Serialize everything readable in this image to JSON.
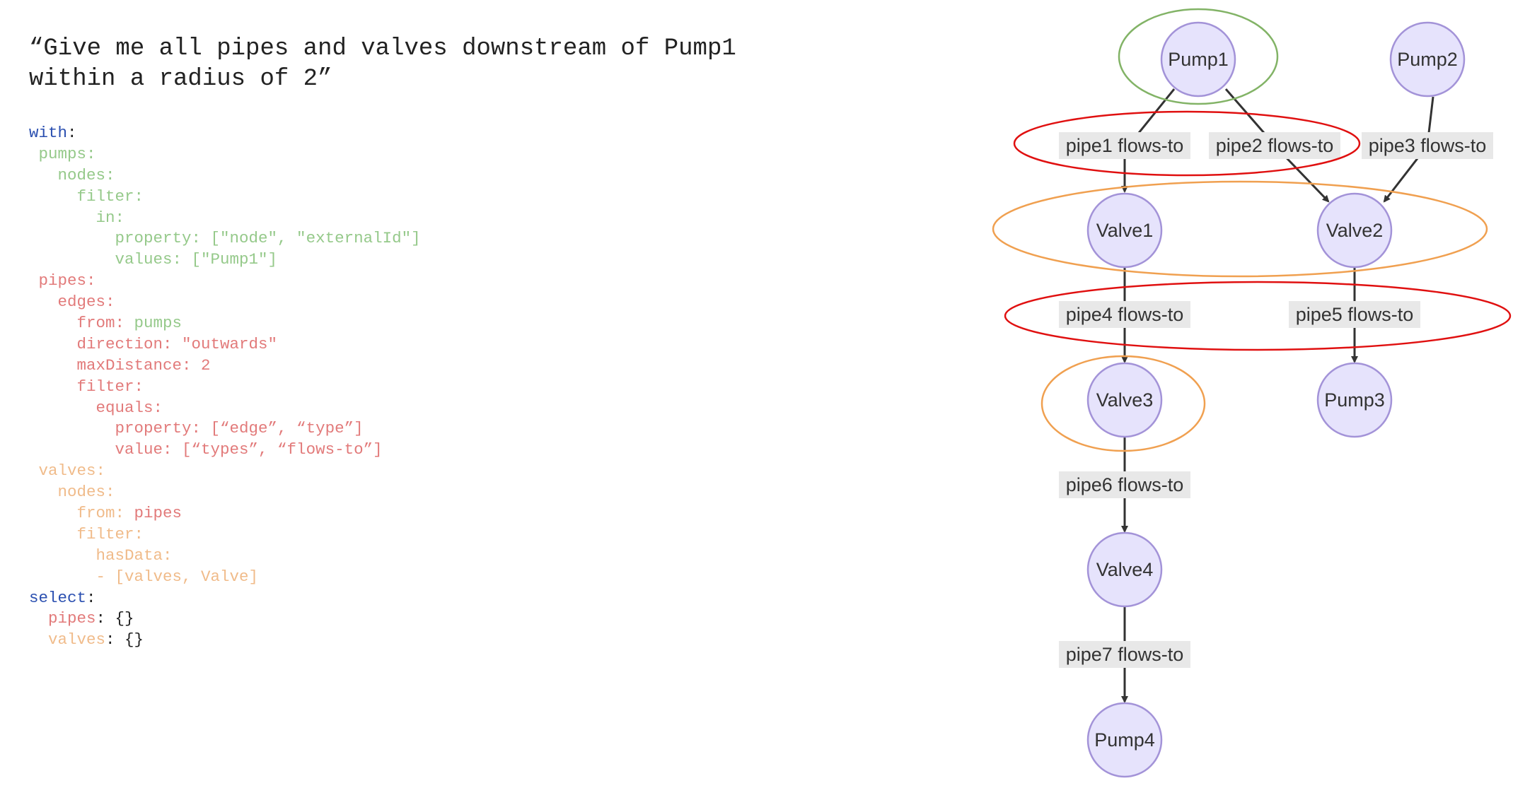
{
  "question": {
    "line1": "“Give me all pipes and valves downstream of Pump1",
    "line2": "within a radius of 2”"
  },
  "code_colors": {
    "keyword": "#2a4fb0",
    "pumps": "#95c98a",
    "pipes": "#e27a7a",
    "valves": "#f0bb8a",
    "default": "#222222"
  },
  "code_lines": [
    [
      {
        "text": "with",
        "c": "keyword"
      },
      {
        "text": ":",
        "c": "default"
      }
    ],
    [
      {
        "text": " pumps:",
        "c": "pumps"
      }
    ],
    [
      {
        "text": "   nodes:",
        "c": "pumps"
      }
    ],
    [
      {
        "text": "     filter:",
        "c": "pumps"
      }
    ],
    [
      {
        "text": "       in:",
        "c": "pumps"
      }
    ],
    [
      {
        "text": "         property: [\"node\", \"externalId\"]",
        "c": "pumps"
      }
    ],
    [
      {
        "text": "         values: [\"Pump1\"]",
        "c": "pumps"
      }
    ],
    [
      {
        "text": " pipes:",
        "c": "pipes"
      }
    ],
    [
      {
        "text": "   edges:",
        "c": "pipes"
      }
    ],
    [
      {
        "text": "     from: ",
        "c": "pipes"
      },
      {
        "text": "pumps",
        "c": "pumps"
      }
    ],
    [
      {
        "text": "     direction: \"outwards\"",
        "c": "pipes"
      }
    ],
    [
      {
        "text": "     maxDistance: 2",
        "c": "pipes"
      }
    ],
    [
      {
        "text": "     filter:",
        "c": "pipes"
      }
    ],
    [
      {
        "text": "       equals:",
        "c": "pipes"
      }
    ],
    [
      {
        "text": "         property: [“edge”, “type”]",
        "c": "pipes"
      }
    ],
    [
      {
        "text": "         value: [“types”, “flows-to”]",
        "c": "pipes"
      }
    ],
    [
      {
        "text": " valves:",
        "c": "valves"
      }
    ],
    [
      {
        "text": "   nodes:",
        "c": "valves"
      }
    ],
    [
      {
        "text": "     from: ",
        "c": "valves"
      },
      {
        "text": "pipes",
        "c": "pipes"
      }
    ],
    [
      {
        "text": "     filter:",
        "c": "valves"
      }
    ],
    [
      {
        "text": "       hasData:",
        "c": "valves"
      }
    ],
    [
      {
        "text": "       - [valves, Valve]",
        "c": "valves"
      }
    ],
    [
      {
        "text": "select",
        "c": "keyword"
      },
      {
        "text": ":",
        "c": "default"
      }
    ],
    [
      {
        "text": "  pipes",
        "c": "pipes"
      },
      {
        "text": ": {}",
        "c": "default"
      }
    ],
    [
      {
        "text": "  valves",
        "c": "valves"
      },
      {
        "text": ": {}",
        "c": "default"
      }
    ]
  ],
  "graph": {
    "nodes": [
      {
        "id": "pump1",
        "label": "Pump1"
      },
      {
        "id": "pump2",
        "label": "Pump2"
      },
      {
        "id": "valve1",
        "label": "Valve1"
      },
      {
        "id": "valve2",
        "label": "Valve2"
      },
      {
        "id": "valve3",
        "label": "Valve3"
      },
      {
        "id": "pump3",
        "label": "Pump3"
      },
      {
        "id": "valve4",
        "label": "Valve4"
      },
      {
        "id": "pump4",
        "label": "Pump4"
      }
    ],
    "edges": [
      {
        "id": "pipe1",
        "from": "pump1",
        "to": "valve1",
        "label": "pipe1 flows-to"
      },
      {
        "id": "pipe2",
        "from": "pump1",
        "to": "valve2",
        "label": "pipe2 flows-to"
      },
      {
        "id": "pipe3",
        "from": "pump2",
        "to": "valve2",
        "label": "pipe3 flows-to"
      },
      {
        "id": "pipe4",
        "from": "valve1",
        "to": "valve3",
        "label": "pipe4 flows-to"
      },
      {
        "id": "pipe5",
        "from": "valve2",
        "to": "pump3",
        "label": "pipe5 flows-to"
      },
      {
        "id": "pipe6",
        "from": "valve3",
        "to": "valve4",
        "label": "pipe6 flows-to"
      },
      {
        "id": "pipe7",
        "from": "valve4",
        "to": "pump4",
        "label": "pipe7 flows-to"
      }
    ],
    "highlights": [
      {
        "name": "pumps-highlight",
        "color": "#82b366",
        "target": "pump1"
      },
      {
        "name": "pipes-highlight-level1",
        "color": "#e01010",
        "target": "pipe1, pipe2"
      },
      {
        "name": "valves-highlight-level1",
        "color": "#f0a050",
        "target": "valve1, valve2"
      },
      {
        "name": "pipes-highlight-level2",
        "color": "#e01010",
        "target": "pipe4, pipe5"
      },
      {
        "name": "valves-highlight-level2",
        "color": "#f0a050",
        "target": "valve3"
      }
    ]
  }
}
